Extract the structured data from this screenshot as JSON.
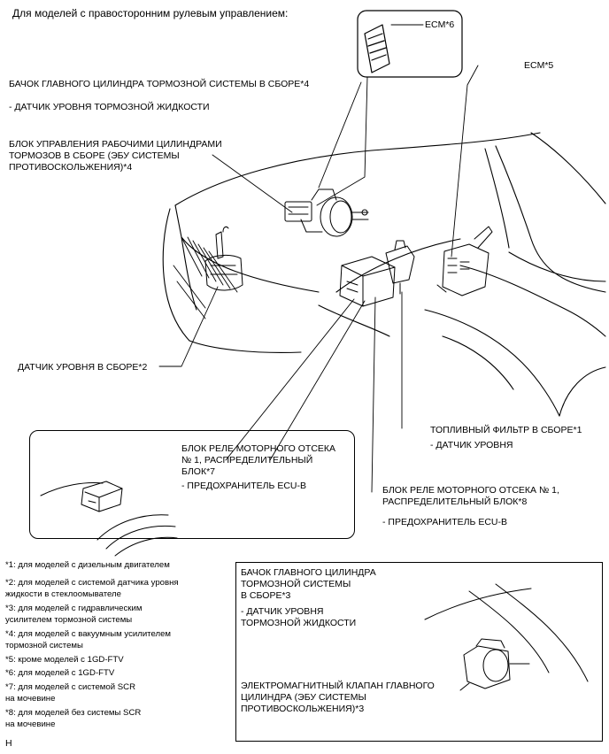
{
  "header": "Для моделей с правосторонним рулевым управлением:",
  "labels": {
    "ecm6": "ECM*6",
    "ecm5": "ECM*5",
    "reservoir_title": "БАЧОК ГЛАВНОГО ЦИЛИНДРА ТОРМОЗНОЙ СИСТЕМЫ В СБОРЕ*4",
    "reservoir_sub": "- ДАТЧИК УРОВНЯ ТОРМОЗНОЙ ЖИДКОСТИ",
    "actuator_l1": "БЛОК УПРАВЛЕНИЯ РАБОЧИМИ ЦИЛИНДРАМИ",
    "actuator_l2": "ТОРМОЗОВ В СБОРЕ (ЭБУ СИСТЕМЫ",
    "actuator_l3": "ПРОТИВОСКОЛЬЖЕНИЯ)*4",
    "level_sensor": "ДАТЧИК УРОВНЯ В СБОРЕ*2",
    "fuel_filter": "ТОПЛИВНЫЙ ФИЛЬТР В СБОРЕ*1",
    "fuel_filter_sub": "- ДАТЧИК УРОВНЯ",
    "relay7_l1": "БЛОК РЕЛЕ МОТОРНОГО ОТСЕКА",
    "relay7_l2": "№ 1, РАСПРЕДЕЛИТЕЛЬНЫЙ",
    "relay7_l3": "БЛОК*7",
    "relay7_sub": "- ПРЕДОХРАНИТЕЛЬ ECU-B",
    "relay8_l1": "БЛОК РЕЛЕ МОТОРНОГО ОТСЕКА № 1,",
    "relay8_l2": "РАСПРЕДЕЛИТЕЛЬНЫЙ БЛОК*8",
    "relay8_sub": "- ПРЕДОХРАНИТЕЛЬ ECU-B",
    "inset_reservoir_l1": "БАЧОК ГЛАВНОГО ЦИЛИНДРА",
    "inset_reservoir_l2": "ТОРМОЗНОЙ СИСТЕМЫ",
    "inset_reservoir_l3": "В СБОРЕ*3",
    "inset_reservoir_sub1": "- ДАТЧИК УРОВНЯ",
    "inset_reservoir_sub2": "ТОРМОЗНОЙ ЖИДКОСТИ",
    "inset_valve_l1": "ЭЛЕКТРОМАГНИТНЫЙ КЛАПАН ГЛАВНОГО",
    "inset_valve_l2": "ЦИЛИНДРА (ЭБУ СИСТЕМЫ",
    "inset_valve_l3": "ПРОТИВОСКОЛЬЖЕНИЯ)*3"
  },
  "footnotes": [
    "*1: для моделей с дизельным двигателем",
    "*2: для моделей с системой датчика уровня",
    "жидкости в стеклоомывателе",
    "*3: для моделей с гидравлическим",
    "усилителем тормозной системы",
    "*4: для моделей с вакуумным усилителем",
    "тормозной системы",
    "*5: кроме моделей с 1GD-FTV",
    "*6: для моделей с 1GD-FTV",
    "*7: для моделей с системой SCR",
    "на мочевине",
    "*8: для моделей без системы SCR",
    "на мочевине"
  ],
  "figure_code": "H"
}
